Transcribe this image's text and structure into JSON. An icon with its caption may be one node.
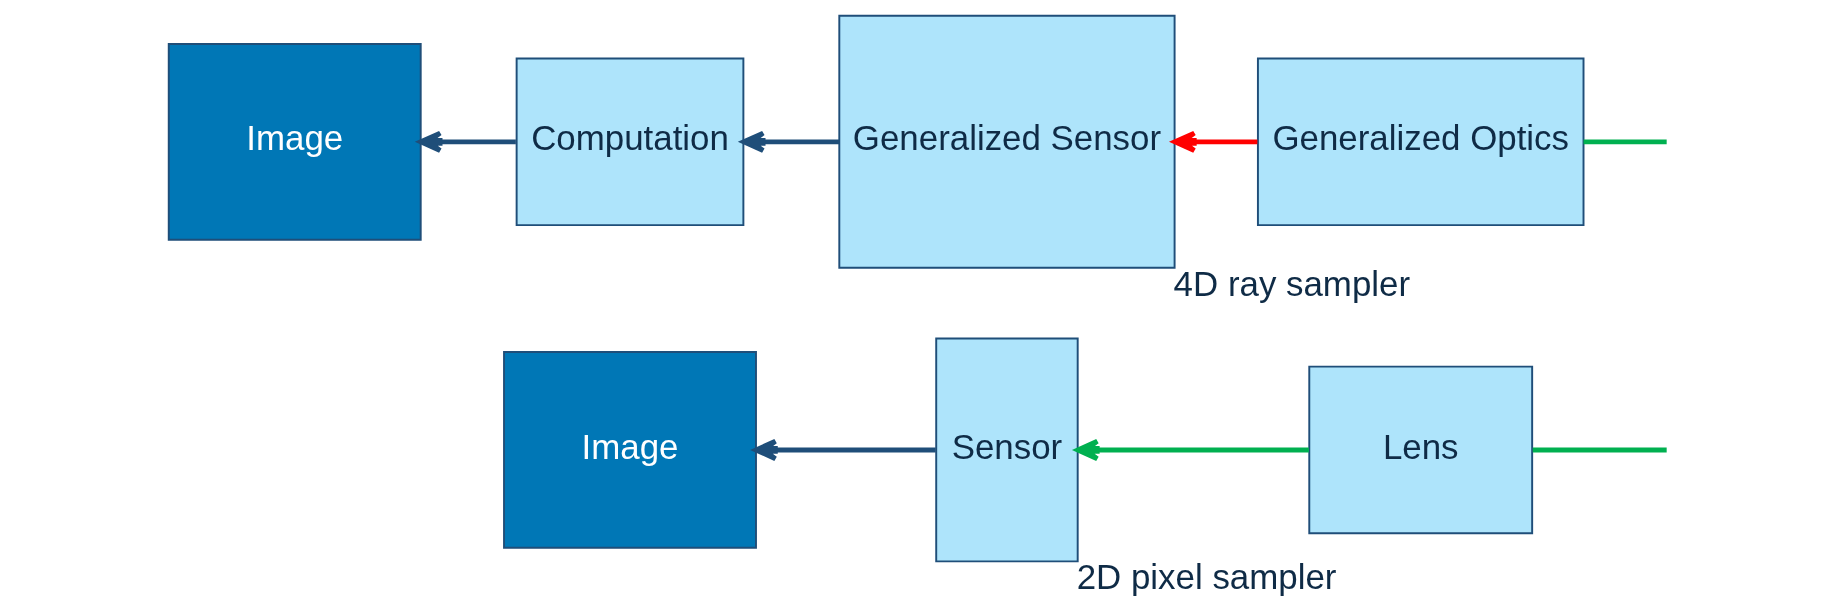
{
  "diagram": {
    "nodes": [
      {
        "text": [
          "Sensor"
        ],
        "beside": [
          "2D pixel sampler"
        ]
      },
      {
        "text": [
          "Lens"
        ]
      },
      {
        "text": [
          "Image"
        ]
      },
      {
        "text": [
          "Computation"
        ]
      },
      {
        "text": [
          "Generalized Sensor"
        ],
        "beside": [
          "4D ray sampler"
        ]
      },
      {
        "text": [
          "Generalized Optics"
        ]
      },
      {
        "text": [
          "Image"
        ]
      }
    ],
    "edges": [
      {
        "from": null,
        "to": 1,
        "arrow": "none"
      },
      {
        "from": 1,
        "to": 0,
        "arrow": "to"
      },
      {
        "from": 0,
        "to": 2,
        "arrow": "to",
        "color": "#1f4e79"
      },
      {
        "from": null,
        "to": 5,
        "arrow": "none"
      },
      {
        "from": 5,
        "to": 4,
        "arrow": "to",
        "color": "#ff0000"
      },
      {
        "from": 4,
        "to": 3,
        "arrow": "to",
        "color": "#1f4e79"
      },
      {
        "from": 3,
        "to": 6,
        "arrow": "to",
        "color": "#1f4e79"
      }
    ]
  }
}
